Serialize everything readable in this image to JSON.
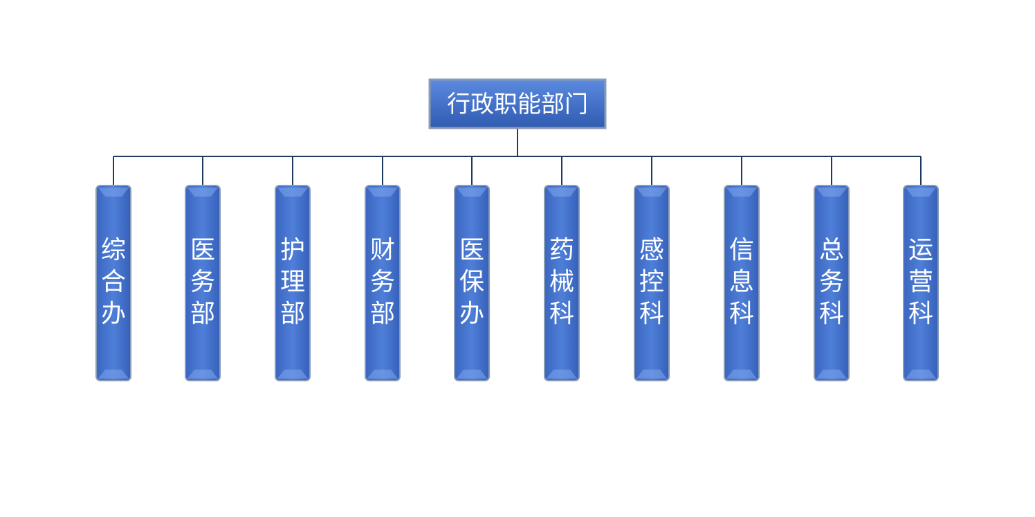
{
  "root": {
    "label": "行政职能部门"
  },
  "children": [
    {
      "label": "综合办"
    },
    {
      "label": "医务部"
    },
    {
      "label": "护理部"
    },
    {
      "label": "财务部"
    },
    {
      "label": "医保办"
    },
    {
      "label": "药械科"
    },
    {
      "label": "感控科"
    },
    {
      "label": "信息科"
    },
    {
      "label": "总务科"
    },
    {
      "label": "运营科"
    }
  ],
  "colors": {
    "node_fill_top": "#4f7fd8",
    "node_fill_bottom": "#2f5bb0",
    "node_border": "#8a9bb5",
    "connector": "#1f3a5f",
    "text": "#ffffff"
  }
}
